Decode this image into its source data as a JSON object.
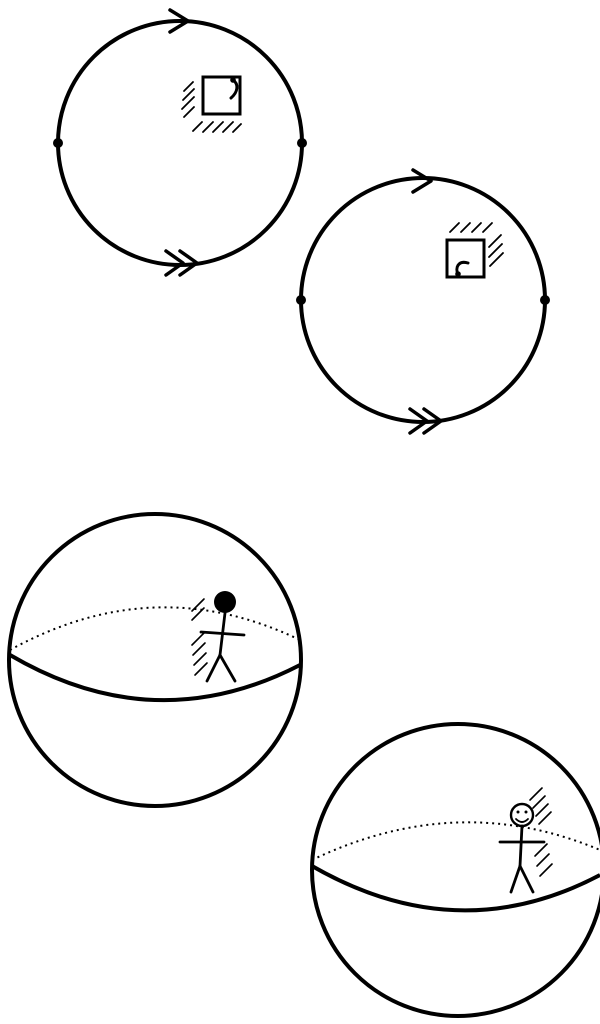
{
  "diagram": {
    "ink_color": "#000000",
    "background_color": "#ffffff",
    "figures": [
      {
        "kind": "circle-with-identified-points",
        "arrows": [
          "single-arrow",
          "double-arrow"
        ],
        "points": [
          "left-point",
          "right-point"
        ],
        "object": "square-with-curl",
        "object_orientation": "original"
      },
      {
        "kind": "circle-with-identified-points",
        "arrows": [
          "single-arrow",
          "double-arrow"
        ],
        "points": [
          "left-point",
          "right-point"
        ],
        "object": "square-with-curl",
        "object_orientation": "mirrored"
      },
      {
        "kind": "sphere-with-equator",
        "object": "stick-figure",
        "head": "filled"
      },
      {
        "kind": "sphere-with-equator",
        "object": "stick-figure",
        "head": "smiley-face"
      }
    ]
  }
}
